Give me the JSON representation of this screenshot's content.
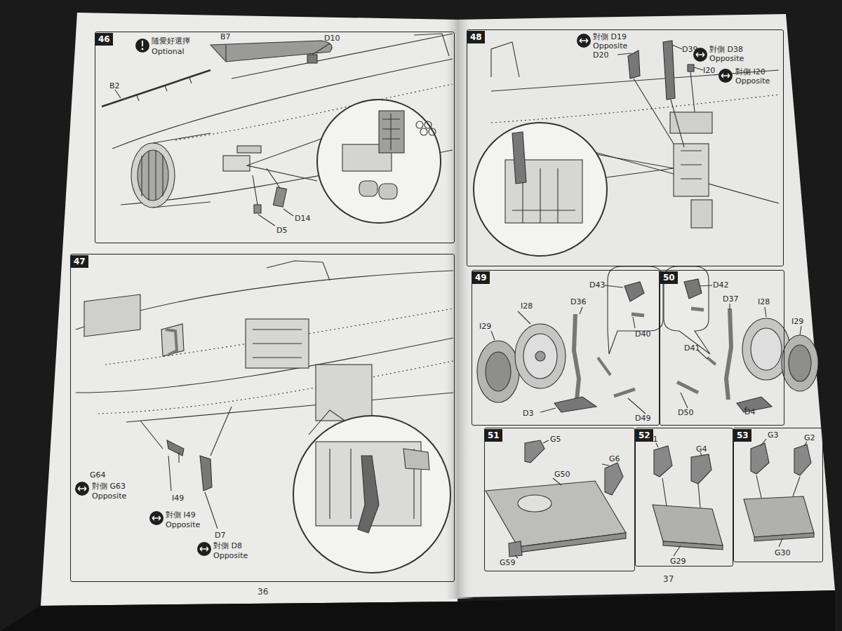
{
  "diagram": {
    "nodes": [
      {
        "text": [
          "46"
        ]
      },
      {
        "text": [
          "47"
        ]
      },
      {
        "text": [
          "48"
        ]
      },
      {
        "text": [
          "49"
        ]
      },
      {
        "text": [
          "50"
        ]
      },
      {
        "text": [
          "51"
        ]
      },
      {
        "text": [
          "52"
        ]
      },
      {
        "text": [
          "53"
        ]
      }
    ],
    "labels": [
      "隨愛好選擇",
      "Optional",
      "B7",
      "D10",
      "B2",
      "D14",
      "D5",
      "G64",
      "對側 G63",
      "Opposite",
      "I49",
      "對側 I49",
      "Opposite",
      "D7",
      "對側 D8",
      "Opposite",
      "對側 D19",
      "Opposite",
      "D20",
      "D39",
      "對側 D38",
      "Opposite",
      "I20",
      "對側 I20",
      "Opposite",
      "D43",
      "I28",
      "D36",
      "I29",
      "D40",
      "D3",
      "D49",
      "D42",
      "D37",
      "I28",
      "I29",
      "D41",
      "D50",
      "D4",
      "G5",
      "G6",
      "G50",
      "G59",
      "G1",
      "G4",
      "G29",
      "G3",
      "G2",
      "G30",
      "36",
      "37"
    ]
  }
}
